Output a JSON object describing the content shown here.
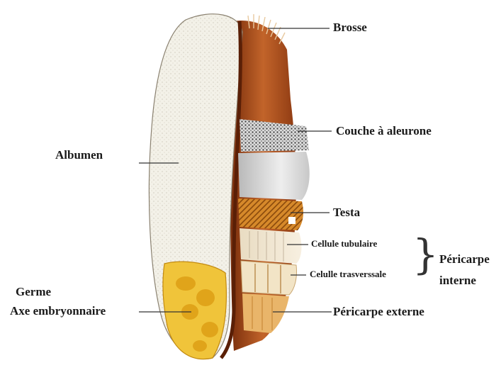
{
  "labels": {
    "brosse": "Brosse",
    "couche_aleurone": "Couche à aleurone",
    "albumen": "Albumen",
    "testa": "Testa",
    "cellule_tubulaire": "Cellule tubulaire",
    "celulle_trasverssale": "Celulle trasverssale",
    "pericarpe_interne_line1": "Péricarpe",
    "pericarpe_interne_line2": "interne",
    "germe": "Germe",
    "axe_embryonnaire": "Axe embryonnaire",
    "pericarpe_externe": "Péricarpe externe"
  },
  "colors": {
    "albumen": "#f1efe6",
    "husk": "#b3541e",
    "husk_dark": "#7a2e0c",
    "germ": "#f0c43a",
    "germ_dark": "#d99a12",
    "aleurone": "#7f7f7f",
    "testa": "#c97a1a",
    "leader": "#333333"
  }
}
